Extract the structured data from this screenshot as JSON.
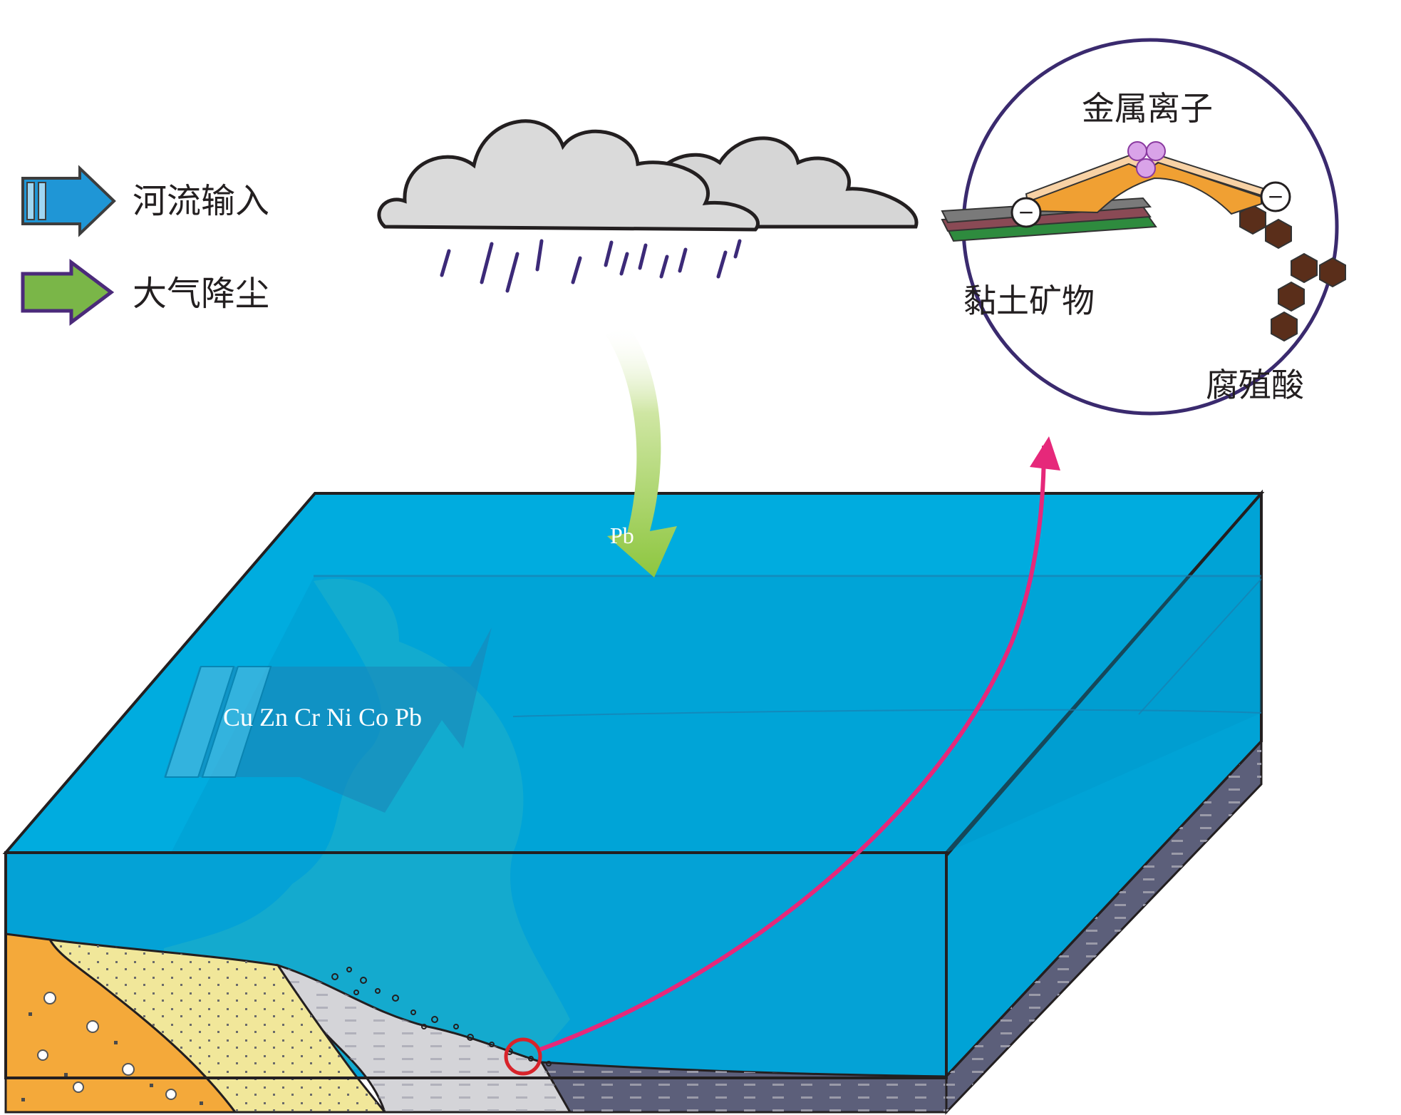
{
  "legend": {
    "items": [
      {
        "label": "河流输入",
        "icon": "river-input-arrow-icon",
        "color": "#1f96d6"
      },
      {
        "label": "大气降尘",
        "icon": "atmospheric-dust-arrow-icon",
        "color": "#7ab648"
      }
    ]
  },
  "atmosphere": {
    "deposit_label": "Pb",
    "cloud_color": "#d9d9d9",
    "rain_color": "#3c2a78",
    "arrow_color": "#8dc63f"
  },
  "river": {
    "metals_label": "Cu Zn Cr Ni Co Pb",
    "water_color": "#00a7d8"
  },
  "inset": {
    "metal_ions_label": "金属离子",
    "clay_label": "黏土矿物",
    "humic_label": "腐殖酸",
    "charge_symbol": "−",
    "border_color": "#3a2a6e",
    "connector_color": "#e6287a"
  }
}
